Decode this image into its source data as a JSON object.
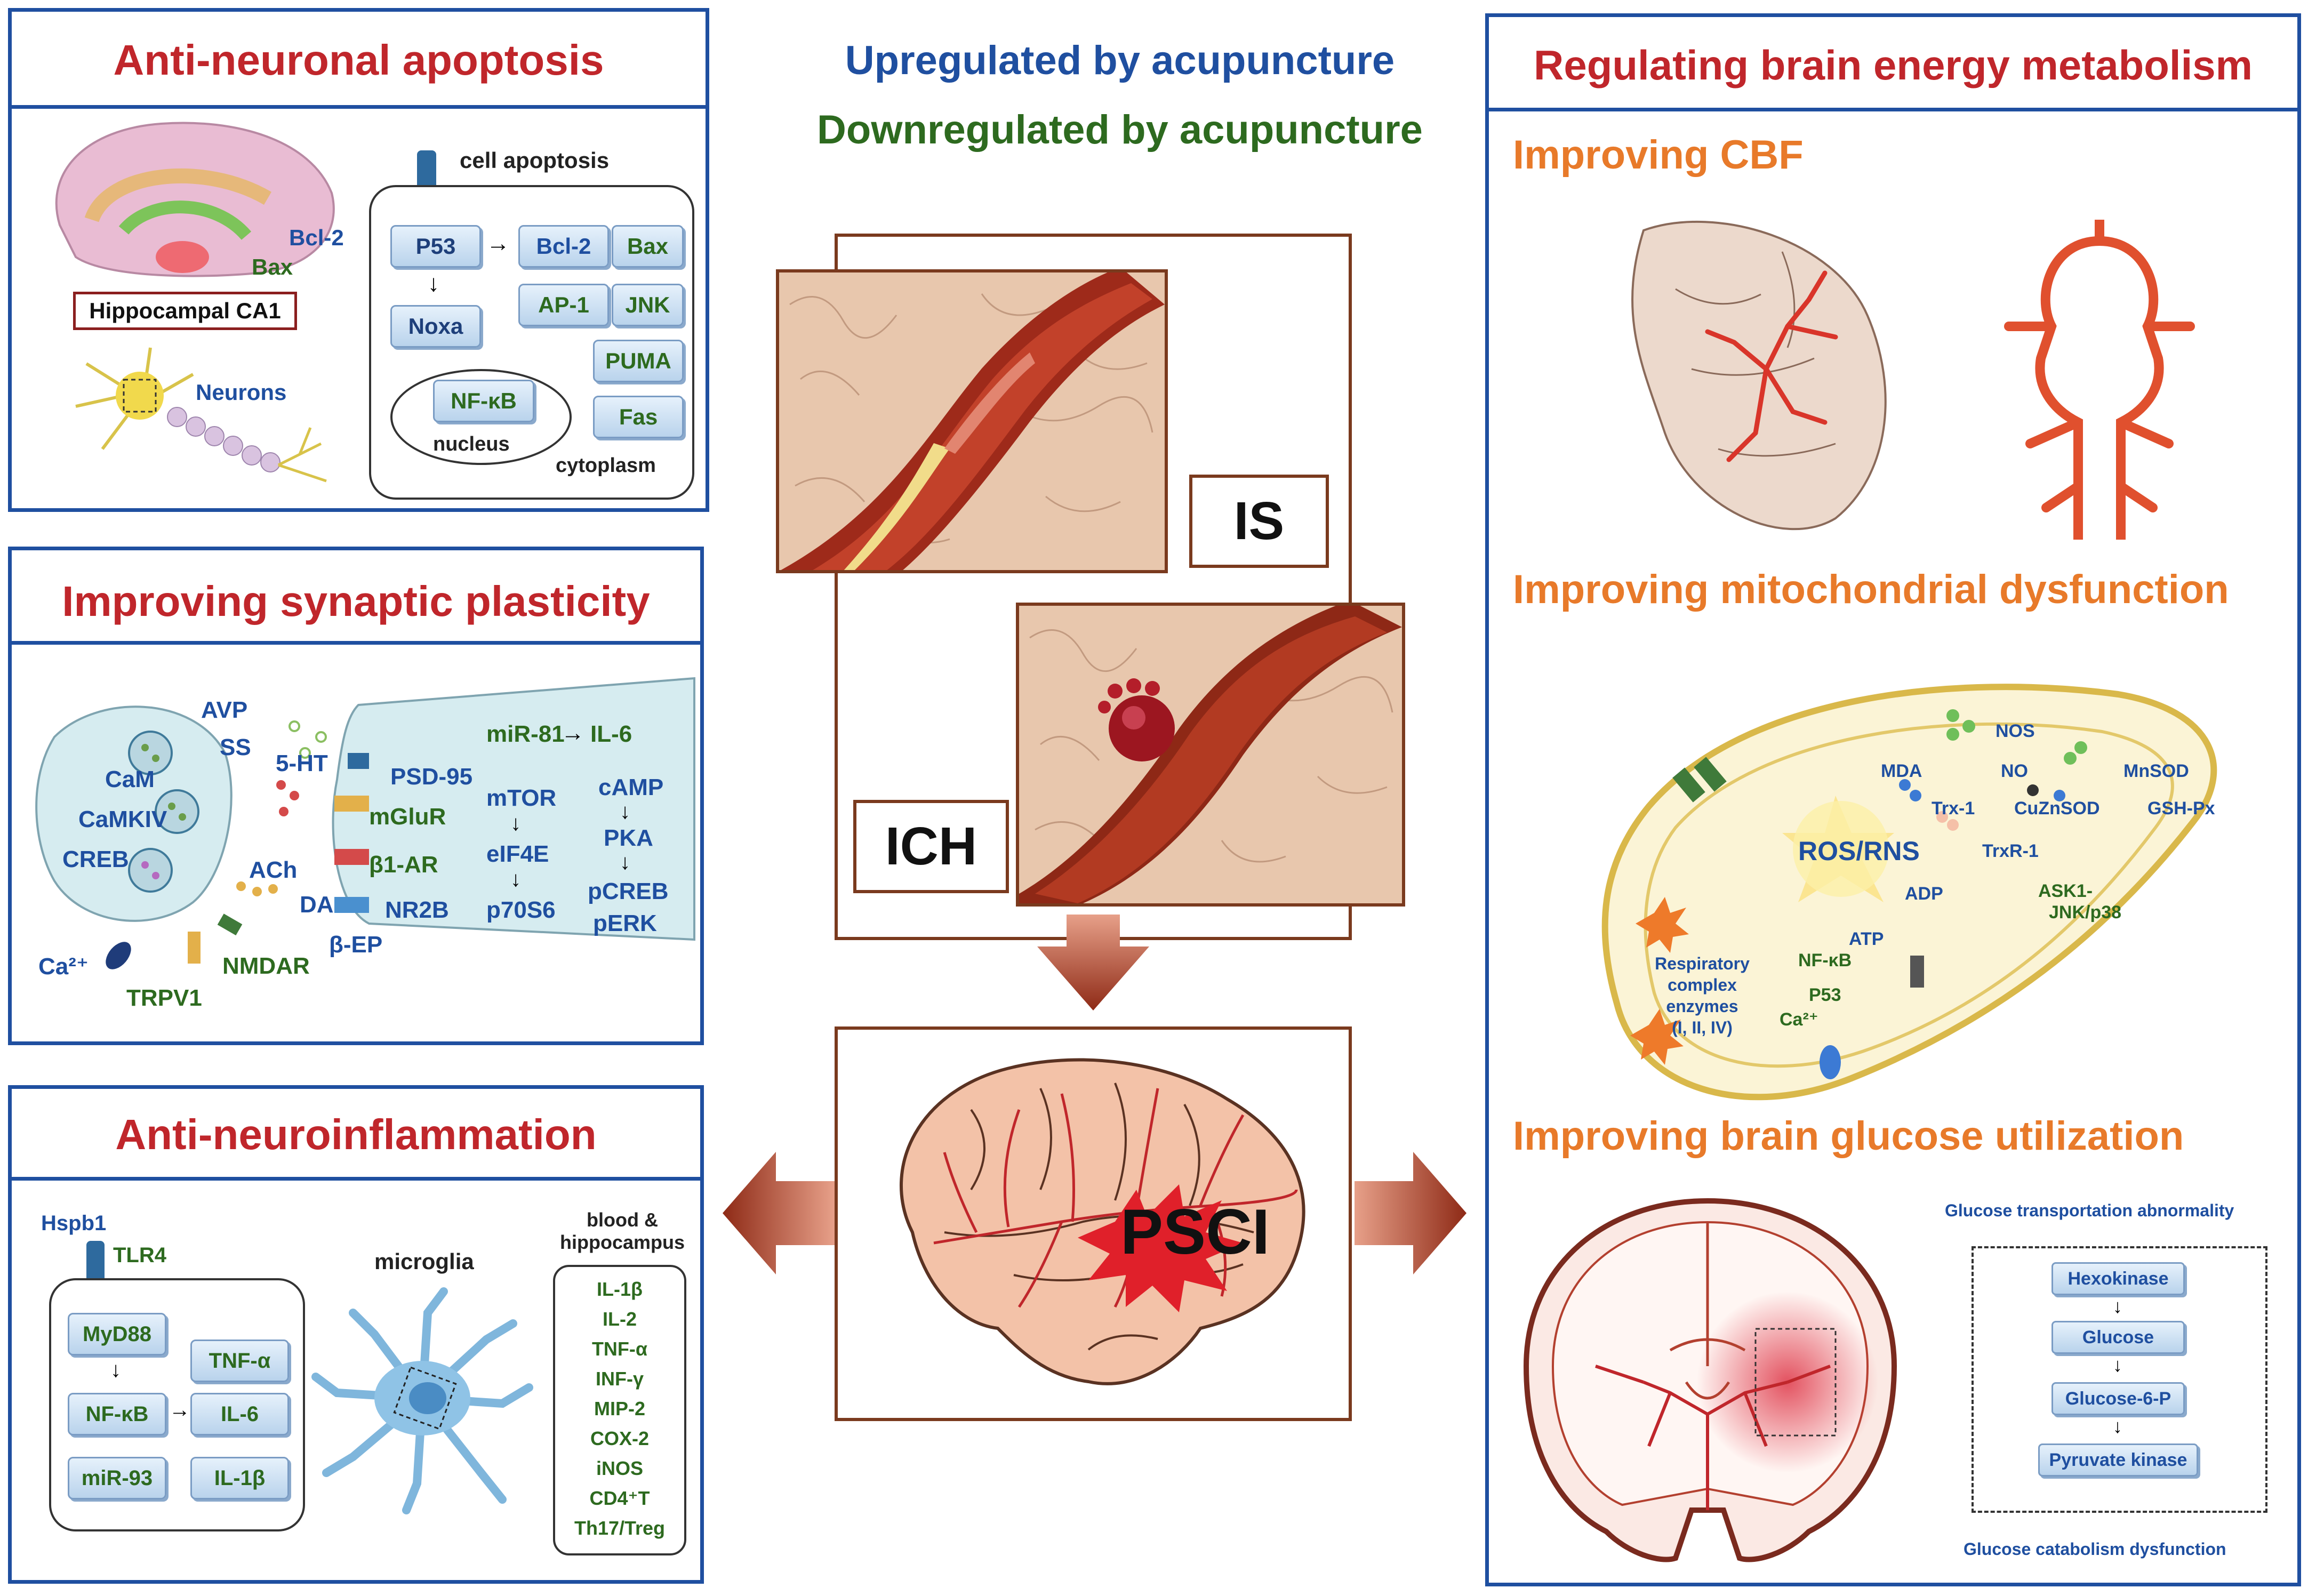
{
  "center": {
    "legend_up": "Upregulated by acupuncture",
    "legend_down": "Downregulated by acupuncture",
    "is_label": "IS",
    "ich_label": "ICH",
    "psci_label": "PSCI"
  },
  "apoptosis": {
    "title": "Anti-neuronal apoptosis",
    "region": "Hippocampal CA1",
    "bcl2": "Bcl-2",
    "bax": "Bax",
    "neurons": "Neurons",
    "cell_apoptosis": "cell apoptosis",
    "p53": "P53",
    "noxa": "Noxa",
    "bcl2_box": "Bcl-2",
    "ap1": "AP-1",
    "bax_box": "Bax",
    "jnk": "JNK",
    "puma": "PUMA",
    "fas": "Fas",
    "nfkb": "NF-κB",
    "nucleus": "nucleus",
    "cytoplasm": "cytoplasm"
  },
  "synaptic": {
    "title": "Improving synaptic plasticity",
    "avp": "AVP",
    "ss": "SS",
    "ht5": "5-HT",
    "cam": "CaM",
    "camkiv": "CaMKIV",
    "creb": "CREB",
    "ach": "ACh",
    "da": "DA",
    "ca": "Ca²⁺",
    "trpv1": "TRPV1",
    "nmdar": "NMDAR",
    "psd95": "PSD-95",
    "mglur": "mGluR",
    "b1ar": "β1-AR",
    "nr2b": "NR2B",
    "bep": "β-EP",
    "mir81": "miR-81",
    "il6": "IL-6",
    "mtor": "mTOR",
    "eif4e": "eIF4E",
    "p70s6": "p70S6",
    "camp": "cAMP",
    "pka": "PKA",
    "pcreb": "pCREB",
    "perk": "pERK"
  },
  "inflammation": {
    "title": "Anti-neuroinflammation",
    "hspb1": "Hspb1",
    "tlr4": "TLR4",
    "microglia": "microglia",
    "myd88": "MyD88",
    "nfkb": "NF-κB",
    "mir93": "miR-93",
    "tnfa": "TNF-α",
    "il6": "IL-6",
    "il1b": "IL-1β",
    "blood_header": "blood & hippocampus",
    "blood_list": [
      "IL-1β",
      "IL-2",
      "TNF-α",
      "INF-γ",
      "MIP-2",
      "COX-2",
      "iNOS",
      "CD4⁺T",
      "Th17/Treg"
    ]
  },
  "energy": {
    "title": "Regulating brain energy metabolism",
    "cbf": "Improving CBF",
    "mito": "Improving mitochondrial dysfunction",
    "glucose": "Improving brain glucose utilization",
    "nos": "NOS",
    "no": "NO",
    "mnsod": "MnSOD",
    "mda": "MDA",
    "trx1": "Trx-1",
    "cuznsod": "CuZnSOD",
    "gshpx": "GSH-Px",
    "trxr1": "TrxR-1",
    "ros": "ROS/RNS",
    "ask1": "ASK1-",
    "jnkp38": "JNK/p38",
    "adp": "ADP",
    "atp": "ATP",
    "nfkb": "NF-κB",
    "p53": "P53",
    "ca": "Ca²⁺",
    "resp": [
      "Respiratory",
      "complex",
      "enzymes",
      "(I, II, IV)"
    ],
    "glu_transport": "Glucose transportation abnormality",
    "hexokinase": "Hexokinase",
    "glucose_box": "Glucose",
    "g6p": "Glucose-6-P",
    "pyruvate": "Pyruvate kinase",
    "glu_catab": "Glucose catabolism dysfunction"
  },
  "colors": {
    "panel_border": "#1f4fa0",
    "title_red": "#c0262b",
    "subtitle_orange": "#e87a2a",
    "up_blue": "#1f4fa0",
    "down_green": "#2d6a1f",
    "arrow_brown": "#a23a1e"
  }
}
